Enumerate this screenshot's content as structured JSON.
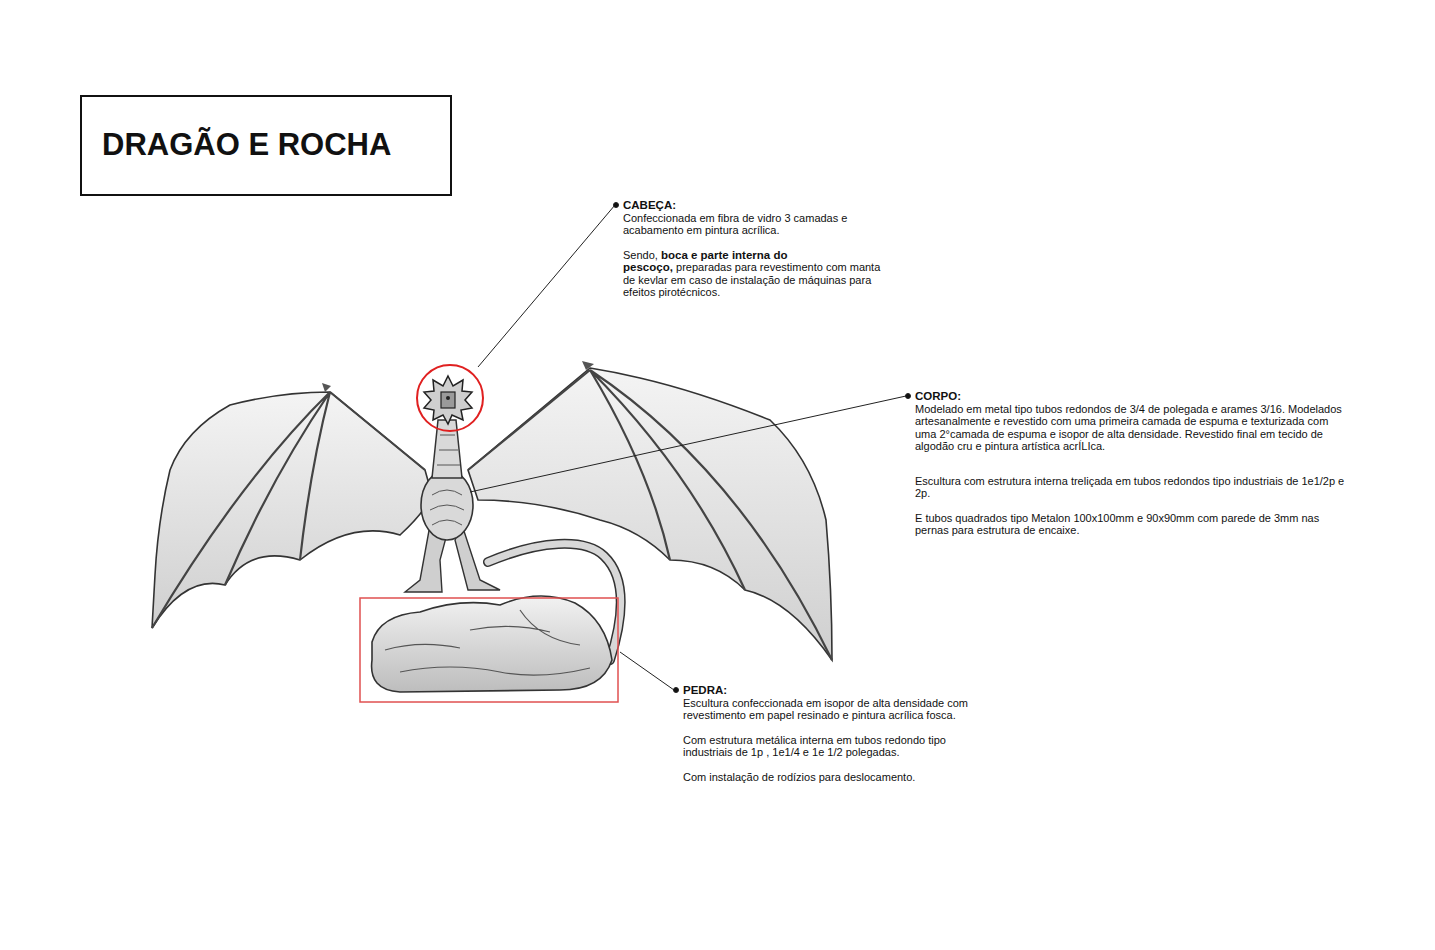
{
  "diagram": {
    "title": "DRAGÃO E ROCHA",
    "labels": [
      "CABEÇA:",
      "Confeccionada em fibra de vidro 3 camadas e acabamento em pintura acrílica.",
      "Sendo,",
      "boca e parte interna do pescoço,",
      "preparadas para revestimento com manta de kevlar em caso de instalação de máquinas para efeitos pirotécnicos.",
      "CORPO:",
      "Modelado em metal tipo tubos redondos de 3/4 de polegada e arames 3/16. Modelados artesanalmente e revestido com uma primeira camada de espuma e texturizada com uma 2°camada de espuma e isopor de alta densidade. Revestido final em tecido de algodão cru e pintura artística acrÍLIca.",
      "Escultura com estrutura interna treliçada em tubos redondos tipo industriais de 1e1/2p  e 2p.",
      "E tubos quadrados tipo Metalon 100x100mm e 90x90mm com parede de 3mm nas pernas para estrutura de encaixe.",
      "PEDRA:",
      "Escultura confeccionada em isopor de alta densidade com revestimento em papel resinado e pintura acrílica fosca.",
      "Com estrutura metálica interna em tubos redondo tipo industriais de 1p , 1e1/4 e 1e 1/2 polegadas.",
      "Com instalação de rodízios para deslocamento."
    ]
  }
}
